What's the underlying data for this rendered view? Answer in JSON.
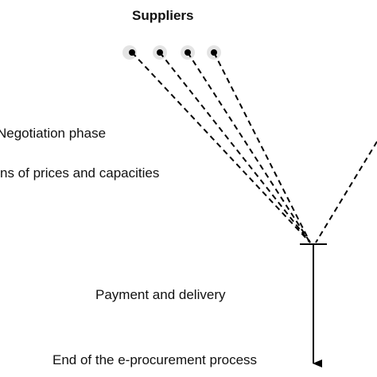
{
  "title": "Suppliers",
  "labels": {
    "negotiation_phase": "Negotiation phase",
    "prices_capacities": "ns of prices and capacities",
    "payment_delivery": "Payment and delivery",
    "end_process": "End of the e-procurement process"
  },
  "colors": {
    "line": "#000000",
    "supplier_halo": "#e4e4e4",
    "supplier_dot": "#000000"
  }
}
